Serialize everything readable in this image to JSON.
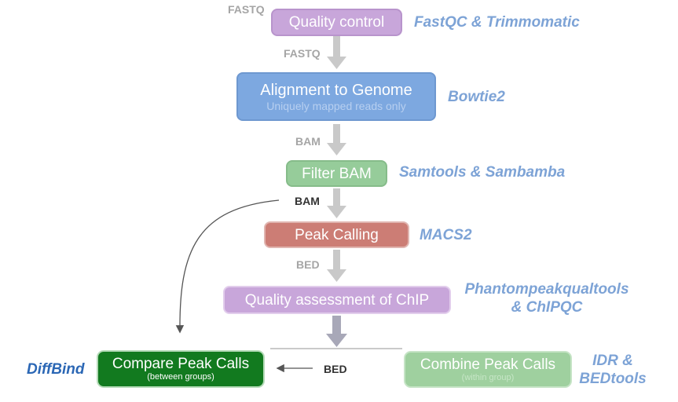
{
  "steps": {
    "qc": {
      "label": "Quality control",
      "tool": "FastQC & Trimmomatic"
    },
    "align": {
      "label": "Alignment to Genome",
      "sublabel": "Uniquely mapped reads only",
      "tool": "Bowtie2"
    },
    "filter": {
      "label": "Filter BAM",
      "tool": "Samtools & Sambamba"
    },
    "peak": {
      "label": "Peak Calling",
      "tool": "MACS2"
    },
    "assess": {
      "label": "Quality assessment of ChIP",
      "tool_line1": "Phantompeakqualtools",
      "tool_line2": "& ChIPQC"
    },
    "compare": {
      "label": "Compare Peak Calls",
      "sublabel": "(between groups)",
      "tool": "DiffBind"
    },
    "combine": {
      "label": "Combine Peak Calls",
      "sublabel": "(within group)",
      "tool_line1": "IDR &",
      "tool_line2": "BEDtools"
    }
  },
  "formats": {
    "fastq_top": "FASTQ",
    "fastq": "FASTQ",
    "bam1": "BAM",
    "bam2": "BAM",
    "bed1": "BED",
    "bed2": "BED"
  },
  "colors": {
    "qc": "#c8a6da",
    "align": "#7da8e0",
    "filter": "#96cc9a",
    "peak": "#cc7d75",
    "assess": "#c8a6da",
    "compare": "#127a1f",
    "combine": "#9fd09f",
    "tool_text": "#7da3d6",
    "diffbind_text": "#2b67b5"
  }
}
